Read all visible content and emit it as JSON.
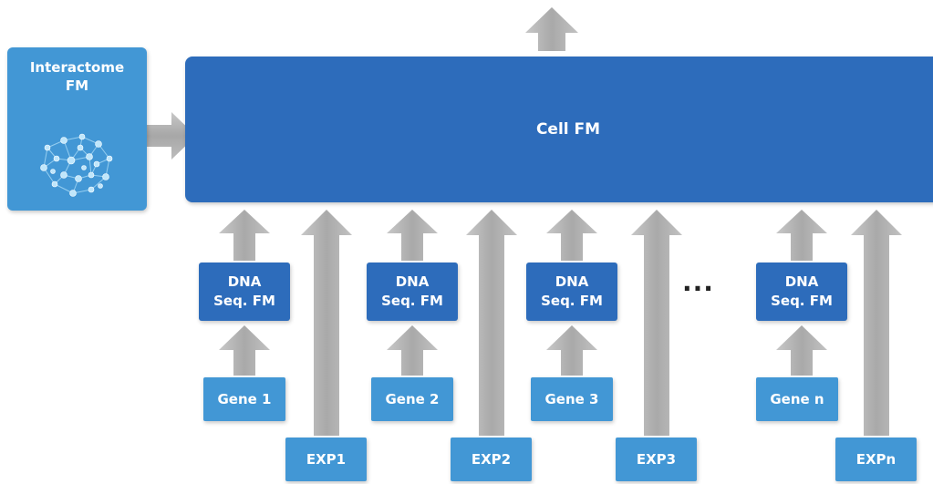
{
  "cell_fm": {
    "label": "Cell FM"
  },
  "interactome": {
    "line1": "Interactome",
    "line2": "FM"
  },
  "dna_boxes": [
    {
      "line1": "DNA",
      "line2": "Seq. FM"
    },
    {
      "line1": "DNA",
      "line2": "Seq. FM"
    },
    {
      "line1": "DNA",
      "line2": "Seq. FM"
    },
    {
      "line1": "DNA",
      "line2": "Seq. FM"
    }
  ],
  "genes": [
    "Gene 1",
    "Gene 2",
    "Gene 3",
    "Gene n"
  ],
  "exps": [
    "EXP1",
    "EXP2",
    "EXP3",
    "EXPn"
  ],
  "ellipsis": "···",
  "colors": {
    "dark_blue": "#2d6cbb",
    "light_blue": "#4297d5",
    "arrow_gray": "#b3b3b3"
  }
}
